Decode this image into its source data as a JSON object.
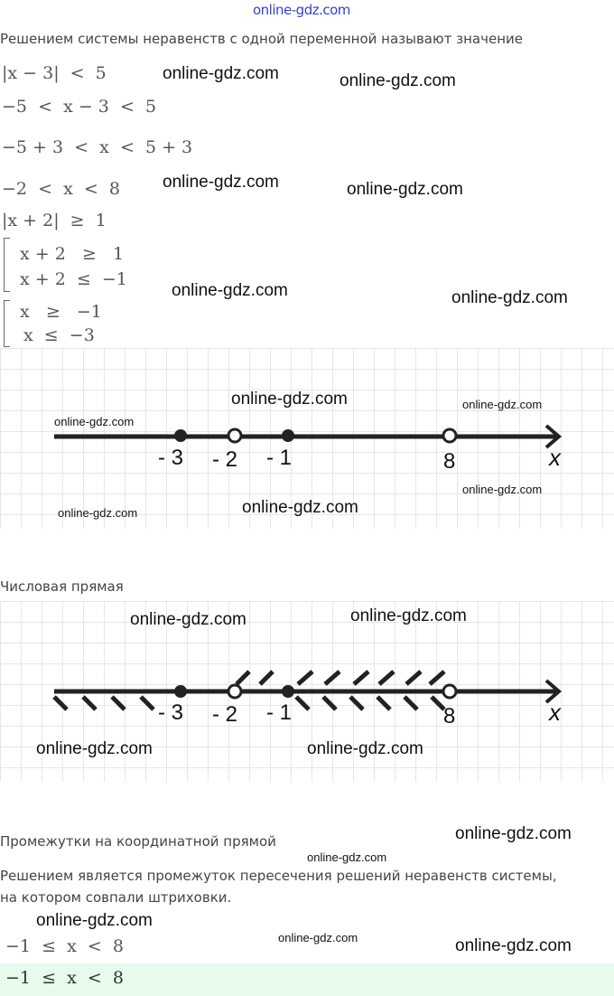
{
  "header": {
    "site": "online-gdz.com"
  },
  "intro": "Решением системы неравенств с одной переменной называют значение",
  "math": [
    "|x − 3|  <  5",
    "−5  <  x − 3  <  5",
    "−5 + 3  <  x  <  5 + 3",
    "−2  <  x  <  8",
    "|x + 2|  ≥  1",
    "x + 2   ≥   1",
    "x + 2  ≤  −1",
    "x   ≥   −1",
    "x  ≤  −3"
  ],
  "number_line_1": {
    "labels": [
      "- 3",
      "- 2",
      "- 1",
      "8"
    ],
    "axis": "x",
    "points": [
      {
        "value": -3,
        "filled": true
      },
      {
        "value": -2,
        "filled": false
      },
      {
        "value": -1,
        "filled": true
      },
      {
        "value": 8,
        "filled": false
      }
    ]
  },
  "caption_1": "Числовая прямая",
  "number_line_2": {
    "labels": [
      "- 3",
      "- 2",
      "- 1",
      "8"
    ],
    "axis": "x"
  },
  "caption_2": "Промежутки на координатной прямой",
  "explanation": [
    "Решением является промежуток пересечения решений неравенств системы,",
    "на котором совпали штриховки."
  ],
  "result": "−1  ≤  x  <  8",
  "answer": "−1  ≤  x  <  8",
  "watermarks": [
    "online-gdz.com",
    "online-gdz.com",
    "online-gdz.com",
    "online-gdz.com",
    "online-gdz.com",
    "online-gdz.com",
    "online-gdz.com",
    "online-gdz.com",
    "online-gdz.com",
    "online-gdz.com",
    "online-gdz.com",
    "online-gdz.com",
    "online-gdz.com",
    "online-gdz.com",
    "online-gdz.com",
    "online-gdz.com",
    "online-gdz.com",
    "online-gdz.com",
    "online-gdz.com"
  ]
}
